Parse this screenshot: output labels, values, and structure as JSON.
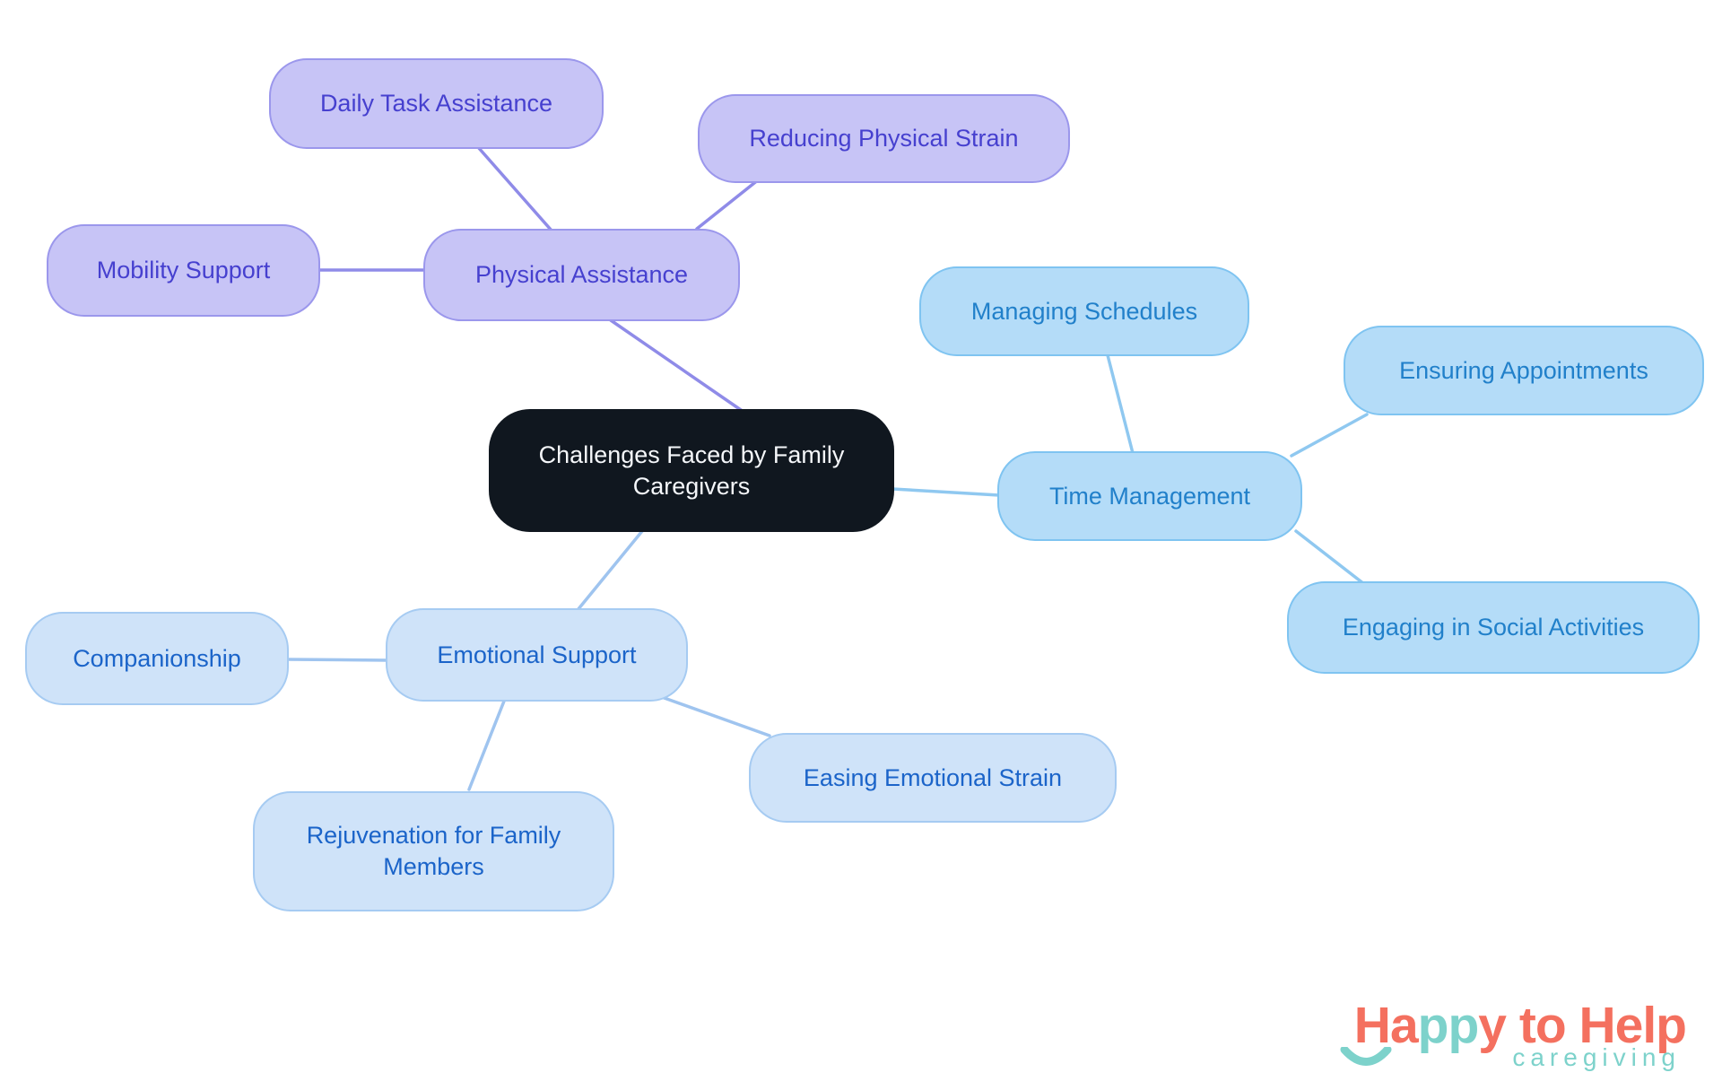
{
  "diagram": {
    "type": "mindmap",
    "center": {
      "label": "Challenges Faced by Family Caregivers",
      "bg": "#10171F",
      "text_color": "#F5F7FA"
    },
    "branches": [
      {
        "label": "Physical Assistance",
        "fill": "#C7C4F6",
        "border": "#9B97EC",
        "text_color": "#4640CF",
        "line_color": "#8F8BE8",
        "children": [
          {
            "label": "Daily Task Assistance"
          },
          {
            "label": "Reducing Physical Strain"
          },
          {
            "label": "Mobility Support"
          }
        ]
      },
      {
        "label": "Time Management",
        "fill": "#B4DCF8",
        "border": "#7FC4F1",
        "text_color": "#2180CA",
        "line_color": "#8FC8F0",
        "children": [
          {
            "label": "Managing Schedules"
          },
          {
            "label": "Ensuring Appointments"
          },
          {
            "label": "Engaging in Social Activities"
          }
        ]
      },
      {
        "label": "Emotional Support",
        "fill": "#CFE3F9",
        "border": "#A6CBF2",
        "text_color": "#1B64C9",
        "line_color": "#9FC4EF",
        "children": [
          {
            "label": "Companionship"
          },
          {
            "label": "Easing Emotional Strain"
          },
          {
            "label": "Rejuvenation for Family Members"
          }
        ]
      }
    ]
  },
  "logo": {
    "headline_part1": "Ha",
    "headline_part2": "pp",
    "headline_part3": "y to Help",
    "subtitle": "caregiving",
    "coral": "#F4705F",
    "teal": "#7DD2CB"
  }
}
